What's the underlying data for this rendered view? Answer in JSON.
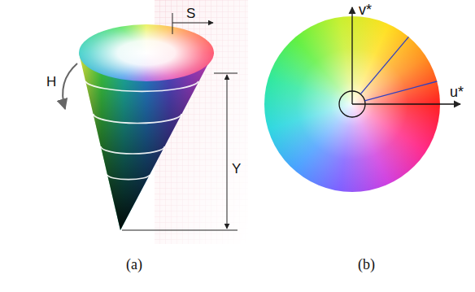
{
  "diagram": {
    "labels": [
      "S",
      "H",
      "Y",
      "v*",
      "u*",
      "(a)",
      "(b)"
    ]
  }
}
